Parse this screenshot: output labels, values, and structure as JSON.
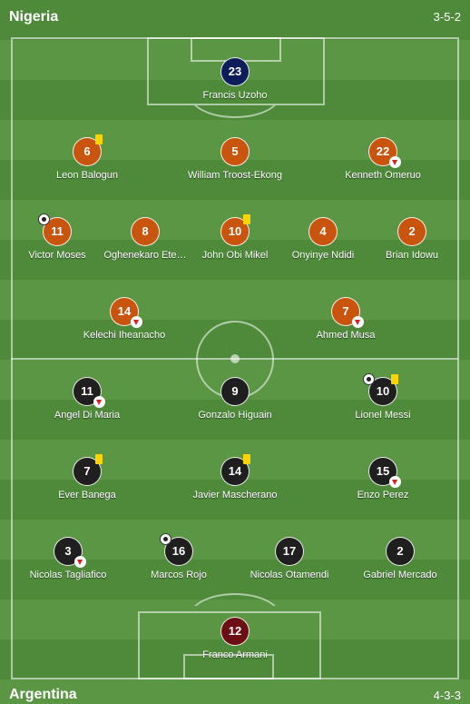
{
  "home": {
    "name": "Nigeria",
    "formation": "3-5-2",
    "color": "#c8540d",
    "gk_color": "#0e1d5a"
  },
  "away": {
    "name": "Argentina",
    "formation": "4-3-3",
    "color": "#1f1f1f",
    "gk_color": "#6b0f14"
  },
  "players": [
    {
      "number": "23",
      "name": "Francis Uzoho",
      "kit": "navy"
    },
    {
      "number": "6",
      "name": "Leon Balogun",
      "kit": "orange",
      "yellow_card": true
    },
    {
      "number": "5",
      "name": "William Troost-Ekong",
      "kit": "orange"
    },
    {
      "number": "22",
      "name": "Kenneth Omeruo",
      "kit": "orange",
      "subbed_off": true
    },
    {
      "number": "11",
      "name": "Victor Moses",
      "kit": "orange",
      "goal": true
    },
    {
      "number": "8",
      "name": "Oghenekaro Ete…",
      "kit": "orange"
    },
    {
      "number": "10",
      "name": "John Obi Mikel",
      "kit": "orange",
      "yellow_card": true
    },
    {
      "number": "4",
      "name": "Onyinye Ndidi",
      "kit": "orange"
    },
    {
      "number": "2",
      "name": "Brian Idowu",
      "kit": "orange"
    },
    {
      "number": "14",
      "name": "Kelechi Iheanacho",
      "kit": "orange",
      "subbed_off": true
    },
    {
      "number": "7",
      "name": "Ahmed Musa",
      "kit": "orange",
      "subbed_off": true
    },
    {
      "number": "11",
      "name": "Angel Di Maria",
      "kit": "dark",
      "subbed_off": true
    },
    {
      "number": "9",
      "name": "Gonzalo Higuain",
      "kit": "dark"
    },
    {
      "number": "10",
      "name": "Lionel Messi",
      "kit": "dark",
      "goal": true,
      "yellow_card": true
    },
    {
      "number": "7",
      "name": "Ever Banega",
      "kit": "dark",
      "yellow_card": true
    },
    {
      "number": "14",
      "name": "Javier Mascherano",
      "kit": "dark",
      "yellow_card": true
    },
    {
      "number": "15",
      "name": "Enzo Perez",
      "kit": "dark",
      "subbed_off": true
    },
    {
      "number": "3",
      "name": "Nicolas Tagliafico",
      "kit": "dark",
      "subbed_off": true
    },
    {
      "number": "16",
      "name": "Marcos Rojo",
      "kit": "dark",
      "goal": true
    },
    {
      "number": "17",
      "name": "Nicolas Otamendi",
      "kit": "dark"
    },
    {
      "number": "2",
      "name": "Gabriel Mercado",
      "kit": "dark"
    },
    {
      "number": "12",
      "name": "Franco Armani",
      "kit": "maroon"
    }
  ]
}
